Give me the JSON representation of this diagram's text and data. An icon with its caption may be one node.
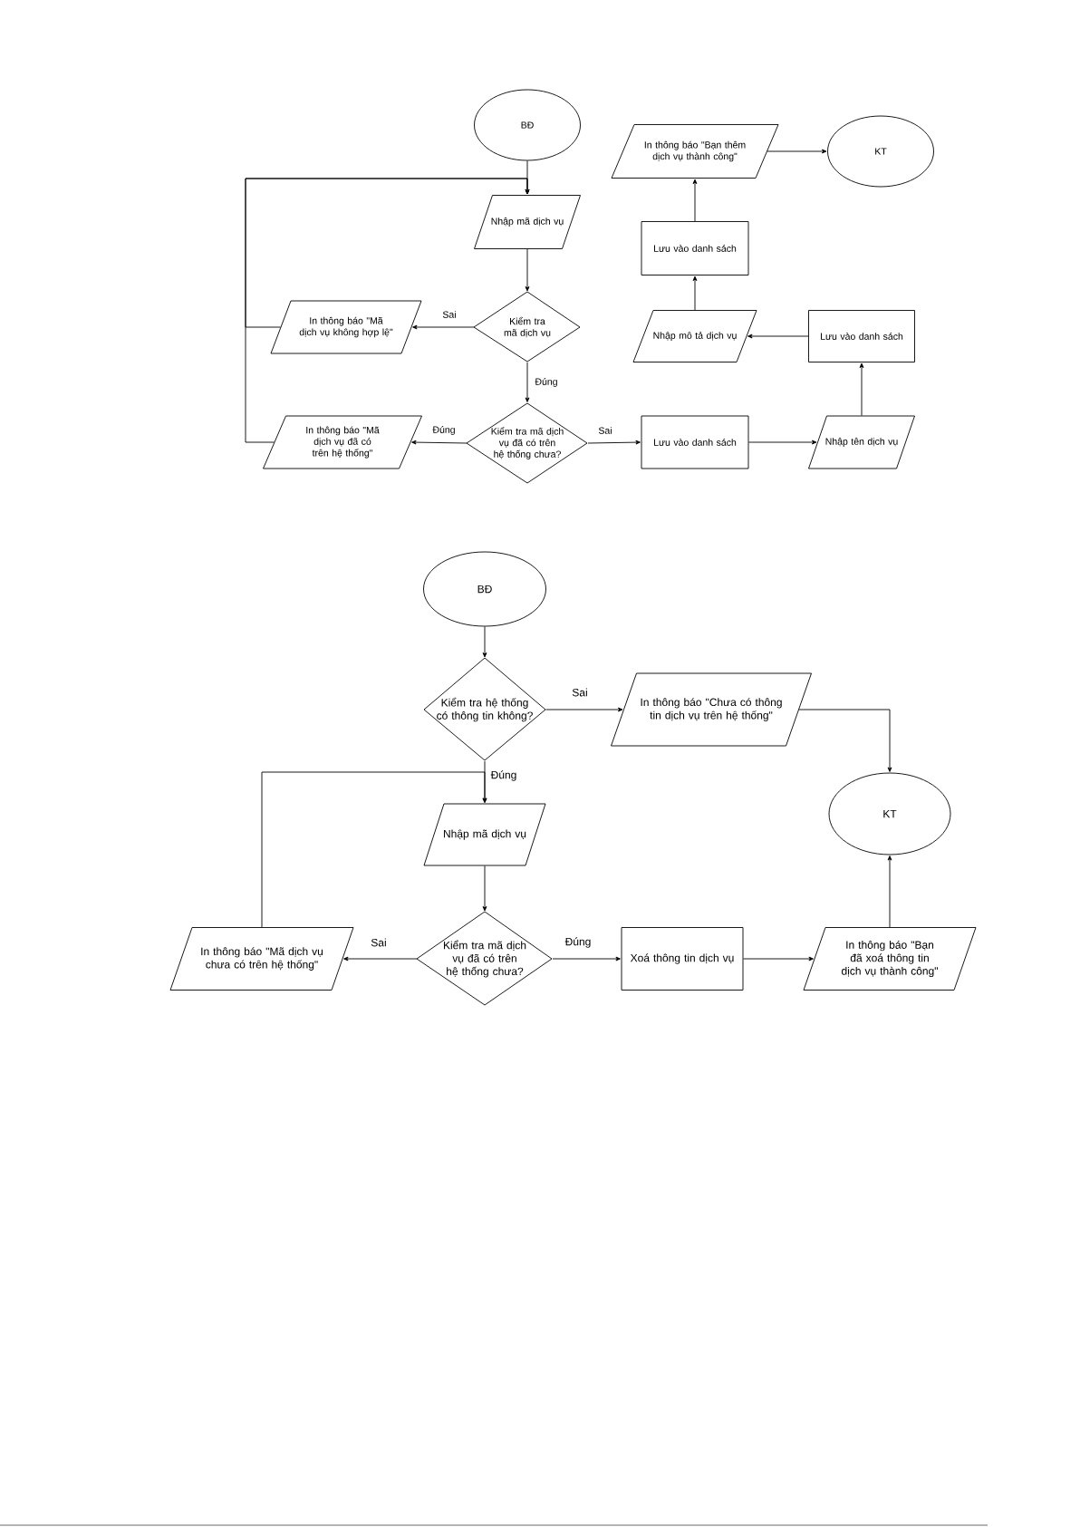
{
  "diagram": {
    "nodes": [
      {
        "text": [
          "BĐ"
        ]
      },
      {
        "text": [
          "Nhập mã dịch vụ"
        ]
      },
      {
        "text": [
          "Kiểm tra mã dịch vụ"
        ]
      },
      {
        "text": [
          "In thông báo \"Mã dịch vụ không hợp lệ\""
        ]
      },
      {
        "text": [
          "Kiểm tra mã dịch vụ đã có trên hệ thống chưa?"
        ]
      },
      {
        "text": [
          "In thông báo \"Mã dịch vụ đã có trên hệ thống\""
        ]
      },
      {
        "text": [
          "Lưu vào danh sách"
        ]
      },
      {
        "text": [
          "Nhập tên dịch vụ"
        ]
      },
      {
        "text": [
          "Lưu vào danh sách"
        ]
      },
      {
        "text": [
          "Nhập mô tả dịch vụ"
        ]
      },
      {
        "text": [
          "Lưu vào danh sách"
        ]
      },
      {
        "text": [
          "In thông báo \"Bạn thêm dịch vụ thành công\""
        ]
      },
      {
        "text": [
          "KT"
        ]
      },
      {
        "text": [
          "BĐ"
        ]
      },
      {
        "text": [
          "Kiểm tra hệ thống có thông tin không?"
        ]
      },
      {
        "text": [
          "In thông báo \"Chưa có thông tin dịch vụ trên hệ thống\""
        ]
      },
      {
        "text": [
          "KT"
        ]
      },
      {
        "text": [
          "Nhập mã dịch vụ"
        ]
      },
      {
        "text": [
          "Kiểm tra mã dịch vụ đã có trên hệ thống chưa?"
        ]
      },
      {
        "text": [
          "In thông báo \"Mã dịch vụ chưa có trên hệ thống\""
        ]
      },
      {
        "text": [
          "Xoá thông tin dịch vụ"
        ]
      },
      {
        "text": [
          "In thông báo \"Bạn đã xoá thông tin dịch vụ thành công\""
        ]
      }
    ],
    "edges": [
      {
        "from": 0,
        "to": 1,
        "arrow": "to"
      },
      {
        "from": 1,
        "to": 2,
        "arrow": "to"
      },
      {
        "from": 2,
        "to": 3,
        "arrow": "to",
        "label": "Sai"
      },
      {
        "from": 2,
        "to": 4,
        "arrow": "to",
        "label": "Đúng"
      },
      {
        "from": 3,
        "to": 1,
        "arrow": "to"
      },
      {
        "from": 4,
        "to": 5,
        "arrow": "to",
        "label": "Đúng"
      },
      {
        "from": 5,
        "to": 1,
        "arrow": "to"
      },
      {
        "from": 4,
        "to": 6,
        "arrow": "to",
        "label": "Sai"
      },
      {
        "from": 6,
        "to": 7,
        "arrow": "to"
      },
      {
        "from": 7,
        "to": 8,
        "arrow": "to"
      },
      {
        "from": 8,
        "to": 9,
        "arrow": "to"
      },
      {
        "from": 9,
        "to": 10,
        "arrow": "to"
      },
      {
        "from": 10,
        "to": 11,
        "arrow": "to"
      },
      {
        "from": 11,
        "to": 12,
        "arrow": "to"
      },
      {
        "from": 13,
        "to": 14,
        "arrow": "to"
      },
      {
        "from": 14,
        "to": 15,
        "arrow": "to",
        "label": "Sai"
      },
      {
        "from": 14,
        "to": 17,
        "arrow": "to",
        "label": "Đúng"
      },
      {
        "from": 15,
        "to": 16,
        "arrow": "to"
      },
      {
        "from": 17,
        "to": 18,
        "arrow": "to"
      },
      {
        "from": 18,
        "to": 19,
        "arrow": "to",
        "label": "Sai"
      },
      {
        "from": 18,
        "to": 20,
        "arrow": "to",
        "label": "Đúng"
      },
      {
        "from": 19,
        "to": 17,
        "arrow": "to"
      },
      {
        "from": 20,
        "to": 21,
        "arrow": "to"
      },
      {
        "from": 21,
        "to": 16,
        "arrow": "to"
      }
    ]
  }
}
